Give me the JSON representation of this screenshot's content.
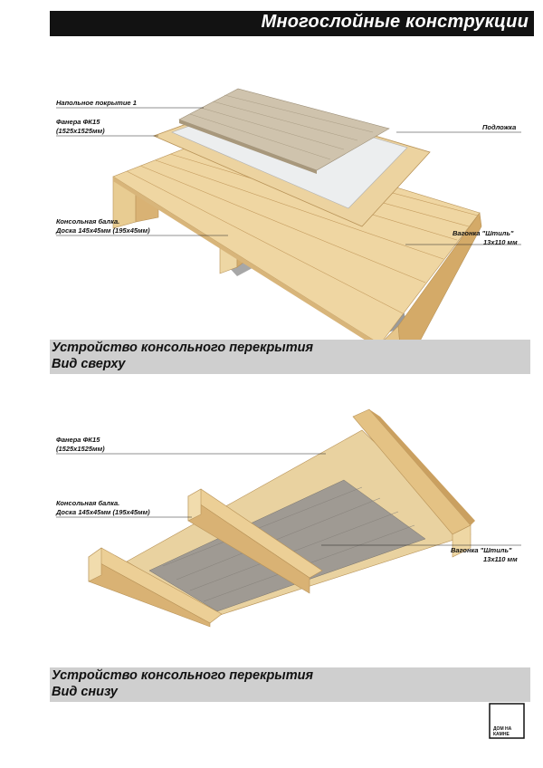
{
  "header": {
    "title": "Многослойные конструкции"
  },
  "top_view": {
    "labels": {
      "floor": "Напольное покрытие 1",
      "plywood_line1": "Фанера ФК15",
      "plywood_line2": "(1525x1525мм)",
      "underlay": "Подложка",
      "beam_line1": "Консольная балка.",
      "beam_line2": "Доска 145x45мм (195x45мм)",
      "board_line1": "Вагонка \"Штиль\"",
      "board_line2": "13x110 мм"
    },
    "caption_line1": "Устройство консольного перекрытия",
    "caption_line2": "Вид сверху"
  },
  "bottom_view": {
    "labels": {
      "plywood_line1": "Фанера ФК15",
      "plywood_line2": "(1525x1525мм)",
      "beam_line1": "Консольная балка.",
      "beam_line2": "Доска 145x45мм (195x45мм)",
      "board_line1": "Вагонка \"Штиль\"",
      "board_line2": "13x110 мм"
    },
    "caption_line1": "Устройство консольного перекрытия",
    "caption_line2": "Вид снизу"
  },
  "logo": {
    "line1": "ДОМ НА",
    "line2": "КАМНЕ"
  },
  "colors": {
    "header_bg": "#121212",
    "caption_bg": "#cfcfcf",
    "wood_light": "#f0d9a8",
    "wood_mid": "#e3c080",
    "wood_dark": "#c9a060",
    "laminate": "#cfc3ad",
    "underlay": "#eceeef",
    "shadow": "#9a9a9a"
  }
}
